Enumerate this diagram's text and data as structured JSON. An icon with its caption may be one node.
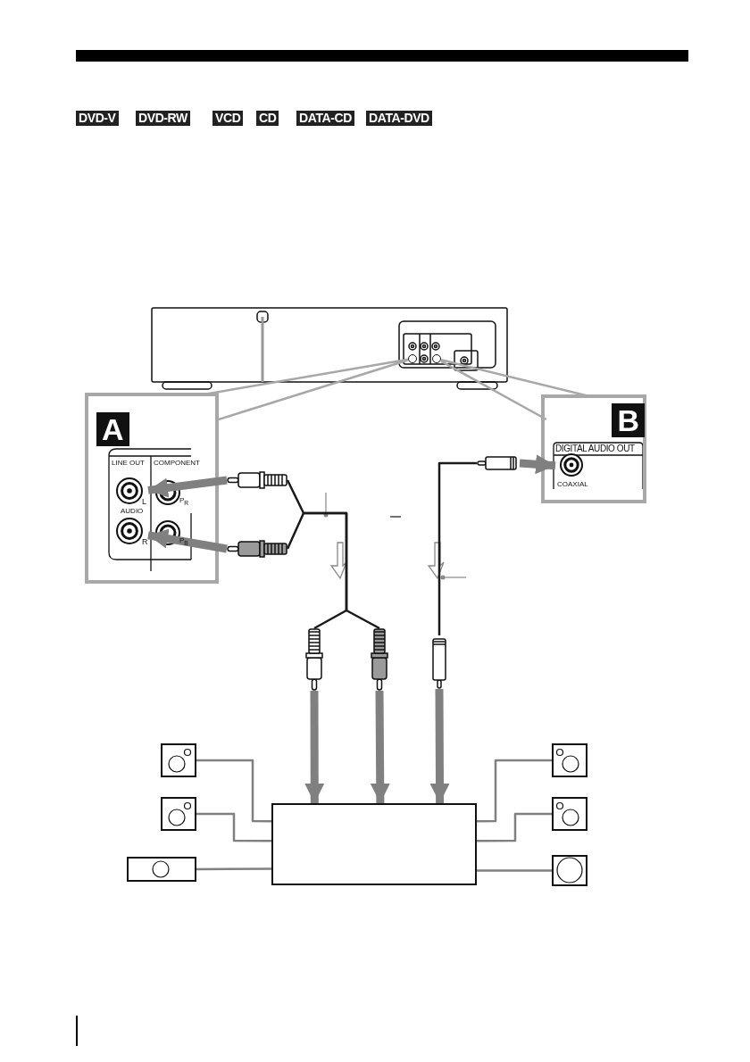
{
  "diagram": {
    "nodes": [
      {
        "text": [
          "A"
        ]
      },
      {
        "text": [
          "L"
        ],
        "in": 0
      },
      {
        "text": [
          "R"
        ],
        "in": 0
      },
      {
        "text": [
          "B"
        ]
      },
      {
        "text": [
          "COAXIAL"
        ],
        "in": 3,
        "beside": [
          "DIGITAL AUDIO OUT"
        ]
      },
      {
        "text": [],
        "shape": "plug"
      },
      {
        "text": [],
        "shape": "plug"
      },
      {
        "text": [],
        "shape": "plug"
      },
      {
        "text": [],
        "shape": "plug"
      },
      {
        "text": [],
        "shape": "plug"
      },
      {
        "text": [],
        "shape": "plug"
      },
      {
        "text": [],
        "shape": "box"
      },
      {
        "text": [],
        "shape": "speaker"
      },
      {
        "text": [],
        "shape": "speaker"
      },
      {
        "text": [],
        "shape": "speaker"
      },
      {
        "text": [],
        "shape": "speaker"
      },
      {
        "text": [],
        "shape": "speaker"
      },
      {
        "text": [],
        "shape": "speaker"
      },
      {
        "text": [],
        "shape": "circle"
      },
      {
        "text": [],
        "shape": "circle"
      }
    ],
    "edges": [
      {
        "from": 5,
        "to": 1,
        "arrow": "to",
        "style": "thick"
      },
      {
        "from": 6,
        "to": 2,
        "arrow": "to",
        "style": "thick"
      },
      {
        "from": 7,
        "to": 4,
        "arrow": "to",
        "style": "thick"
      },
      {
        "from": 5,
        "to": 8,
        "arrow": "none",
        "color": "#1a1a1a"
      },
      {
        "from": 6,
        "to": 9,
        "arrow": "none",
        "color": "#1a1a1a"
      },
      {
        "from": 7,
        "to": 10,
        "arrow": "none",
        "color": "#1a1a1a"
      },
      {
        "from": 8,
        "to": 11,
        "arrow": "to",
        "style": "thick"
      },
      {
        "from": 9,
        "to": 11,
        "arrow": "to",
        "style": "thick"
      },
      {
        "from": 10,
        "to": 11,
        "arrow": "to",
        "style": "thick"
      },
      {
        "from": 12,
        "to": 11,
        "arrow": "none"
      },
      {
        "from": 13,
        "to": 11,
        "arrow": "none"
      },
      {
        "from": 14,
        "to": 11,
        "arrow": "none"
      },
      {
        "from": 15,
        "to": 11,
        "arrow": "none"
      },
      {
        "from": 16,
        "to": 11,
        "arrow": "none"
      },
      {
        "from": 17,
        "to": 11,
        "arrow": "none"
      },
      {
        "from": 0,
        "to": 18,
        "arrow": "none",
        "color": "#a8a8a8"
      },
      {
        "from": 3,
        "to": 19,
        "arrow": "none",
        "color": "#a8a8a8"
      }
    ],
    "labels": [
      "DVD-V",
      "DVD-RW",
      "VCD",
      "CD",
      "DATA-CD",
      "DATA-DVD",
      "LINE OUT",
      "COMPONENT",
      "AUDIO",
      "P$_{R}$",
      "P$_{B}$"
    ]
  }
}
